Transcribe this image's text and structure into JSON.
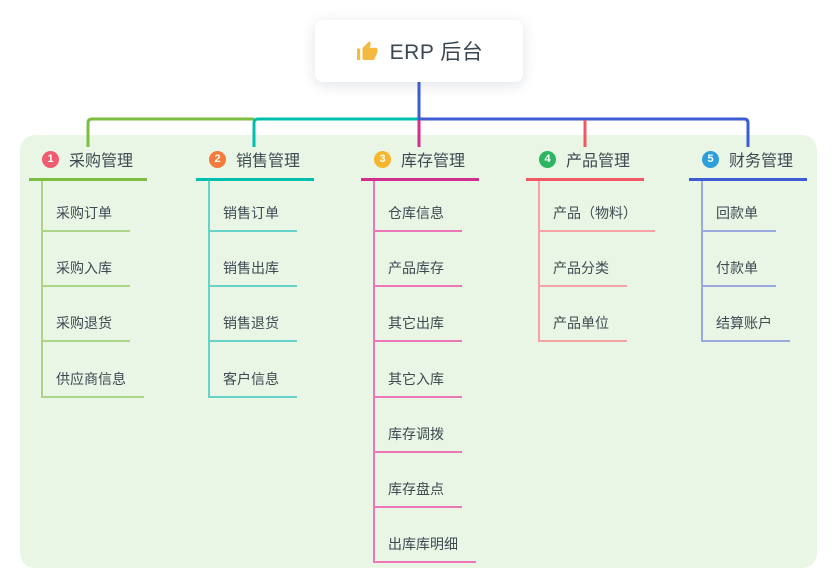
{
  "root": {
    "title": "ERP 后台",
    "icon": "thumbs-up-icon",
    "icon_color": "#F5B93F",
    "connector_color": "#3F5BD5"
  },
  "colors": {
    "canvas_bg": "#FFFFFF",
    "panel_bg": "#E9F6E5",
    "text": "#3D4A52",
    "root_text": "#3A4650"
  },
  "branches": [
    {
      "key": "purchase",
      "number": "1",
      "title": "采购管理",
      "color": "#7CBE3F",
      "light": "#ACD488",
      "circle": "#F05B72",
      "children": [
        "采购订单",
        "采购入库",
        "采购退货",
        "供应商信息"
      ]
    },
    {
      "key": "sales",
      "number": "2",
      "title": "销售管理",
      "color": "#00BFAE",
      "light": "#66D3C8",
      "circle": "#F57B3C",
      "children": [
        "销售订单",
        "销售出库",
        "销售退货",
        "客户信息"
      ]
    },
    {
      "key": "inventory",
      "number": "3",
      "title": "库存管理",
      "color": "#D12F8F",
      "light": "#ED77B6",
      "circle": "#F7B52C",
      "children": [
        "仓库信息",
        "产品库存",
        "其它出库",
        "其它入库",
        "库存调拨",
        "库存盘点",
        "出库库明细"
      ]
    },
    {
      "key": "product",
      "number": "4",
      "title": "产品管理",
      "color": "#F25864",
      "light": "#F7A2A4",
      "circle": "#2EB561",
      "children": [
        "产品（物料）",
        "产品分类",
        "产品单位"
      ]
    },
    {
      "key": "finance",
      "number": "5",
      "title": "财务管理",
      "color": "#3D5BD3",
      "light": "#9AA9E0",
      "circle": "#2D9FD9",
      "children": [
        "回款单",
        "付款单",
        "结算账户"
      ]
    }
  ]
}
